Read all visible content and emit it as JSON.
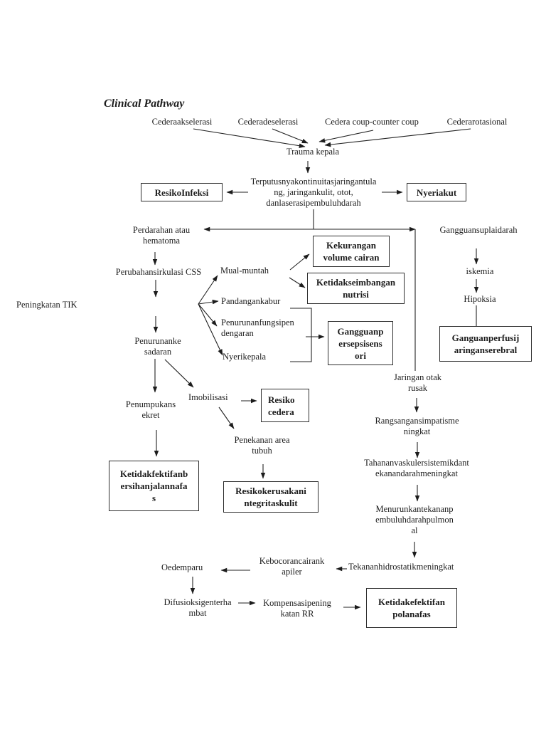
{
  "title": "Clinical Pathway",
  "colors": {
    "ink": "#1c1c1c",
    "box_border": "#2e2e2e",
    "background": "#ffffff"
  },
  "nodes": {
    "cedera_akselerasi": "Cederaakselerasi",
    "cedera_deselerasi": "Cederadeselerasi",
    "cedera_coup": "Cedera coup-counter coup",
    "cedera_rotasional": "Cederarotasional",
    "trauma_kepala": "Trauma kepala",
    "terputusnya": "Terputusnyakontinuitasjaringantula\nng, jaringankulit, otot,\ndanlaserasipembuluhdarah",
    "resiko_infeksi": "ResikoInfeksi",
    "nyeri_akut": "Nyeriakut",
    "perdarahan": "Perdarahan atau\nhematoma",
    "gangguan_suplai": "Gangguansuplaidarah",
    "perubahan_css": "Perubahansirkulasi CSS",
    "mual_muntah": "Mual-muntah",
    "kekurangan_volume": "Kekurangan\nvolume cairan",
    "ketidakseimbangan_nutrisi": "Ketidakseimbangan\nnutrisi",
    "pandangan_kabur": "Pandangankabur",
    "penurunan_fungsi": "Penurunanfungsipen\ndengaran",
    "nyeri_kepala": "Nyerikepala",
    "gangguan_persepsi": "Gangguanp\nersepsisens\nori",
    "iskemia": "iskemia",
    "hipoksia": "Hipoksia",
    "ganguan_perfusi": "Ganguanperfusij\naringanserebral",
    "peningkatan_tik": "Peningkatan TIK",
    "penurunan_kesadaran": "Penurunanke\nsadaran",
    "penumpukan_sekret": "Penumpukans\nekret",
    "imobilisasi": "Imobilisasi",
    "resiko_cedera": "Resiko\ncedera",
    "jaringan_otak": "Jaringan otak\nrusak",
    "penekanan_area": "Penekanan area\ntubuh",
    "rangsangan_simpatis": "Rangsangansimpatisme\nningkat",
    "ketidakfektifan_bersihan": "Ketidakfektifanb\nersihanjalannafa\ns",
    "resiko_kerusakan_kulit": "Resikokerusakani\nntegritaskulit",
    "tahanan_vaskuler": "Tahananvaskulersistemikdant\nekanandarahmeningkat",
    "menurunkan_tekanan": "Menurunkantekananp\nembuluhdarahpulmon\nal",
    "oedem_paru": "Oedemparu",
    "kebocoran_kapiler": "Kebocorancairank\napiler",
    "tekanan_hidrostatik": "Tekananhidrostatikmeningkat",
    "difusi_oksigen": "Difusioksigenterha\nmbat",
    "kompensasi_rr": "Kompensasipening\nkatan RR",
    "ketidakefektifan_pola": "Ketidakefektifan\npolanafas"
  }
}
